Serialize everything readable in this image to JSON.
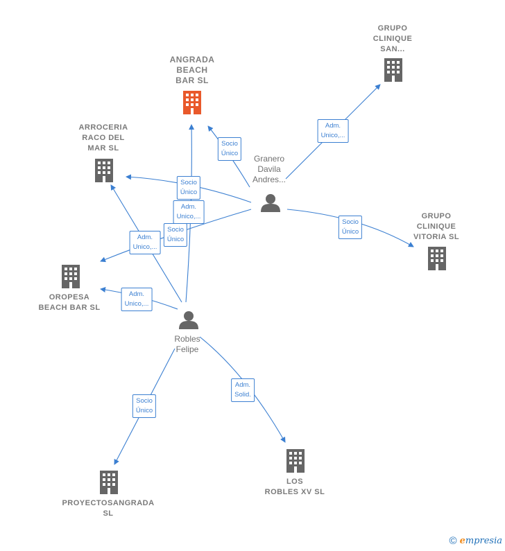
{
  "colors": {
    "edge": "#3b7fd1",
    "building": "#666666",
    "main_building": "#e9592b",
    "person": "#666666"
  },
  "nodes": {
    "angrada": {
      "label_lines": [
        "ANGRADA",
        "BEACH",
        "BAR SL"
      ],
      "icon": "building-icon-highlighted"
    },
    "clinique_san": {
      "label_lines": [
        "GRUPO",
        "CLINIQUE",
        "SAN..."
      ],
      "icon": "building-icon"
    },
    "arroceria": {
      "label_lines": [
        "ARROCERIA",
        "RACO DEL",
        "MAR SL"
      ],
      "icon": "building-icon"
    },
    "oropesa": {
      "label_lines": [
        "OROPESA",
        "BEACH BAR SL"
      ],
      "icon": "building-icon"
    },
    "clinique_vitoria": {
      "label_lines": [
        "GRUPO",
        "CLINIQUE",
        "VITORIA SL"
      ],
      "icon": "building-icon"
    },
    "proyectos": {
      "label_lines": [
        "PROYECTOSANGRADA",
        "SL"
      ],
      "icon": "building-icon"
    },
    "los_robles": {
      "label_lines": [
        "LOS",
        "ROBLES XV SL"
      ],
      "icon": "building-icon"
    },
    "granero": {
      "label_lines": [
        "Granero",
        "Davila",
        "Andres..."
      ],
      "icon": "person-icon"
    },
    "robles": {
      "label_lines": [
        "Robles",
        "Felipe"
      ],
      "icon": "person-icon"
    }
  },
  "edges": [
    {
      "id": "granero-angrada",
      "label": [
        "Socio",
        "Único"
      ]
    },
    {
      "id": "granero-clinique-san",
      "label": [
        "Adm.",
        "Unico,..."
      ]
    },
    {
      "id": "granero-clinique-vitoria",
      "label": [
        "Socio",
        "Único"
      ]
    },
    {
      "id": "granero-arroceria",
      "label": [
        "Socio",
        "Único"
      ]
    },
    {
      "id": "granero-oropesa",
      "label": [
        "Socio",
        "Único"
      ]
    },
    {
      "id": "robles-angrada",
      "label": [
        "Adm.",
        "Unico,..."
      ]
    },
    {
      "id": "robles-arroceria",
      "label": [
        "Adm.",
        "Unico,..."
      ]
    },
    {
      "id": "robles-oropesa",
      "label": [
        "Adm.",
        "Unico,..."
      ]
    },
    {
      "id": "robles-proyectos",
      "label": [
        "Socio",
        "Único"
      ]
    },
    {
      "id": "robles-los-robles",
      "label": [
        "Adm.",
        "Solid."
      ]
    }
  ],
  "footer": {
    "copyright": "©",
    "brand_first": "e",
    "brand_rest": "mpresia"
  }
}
